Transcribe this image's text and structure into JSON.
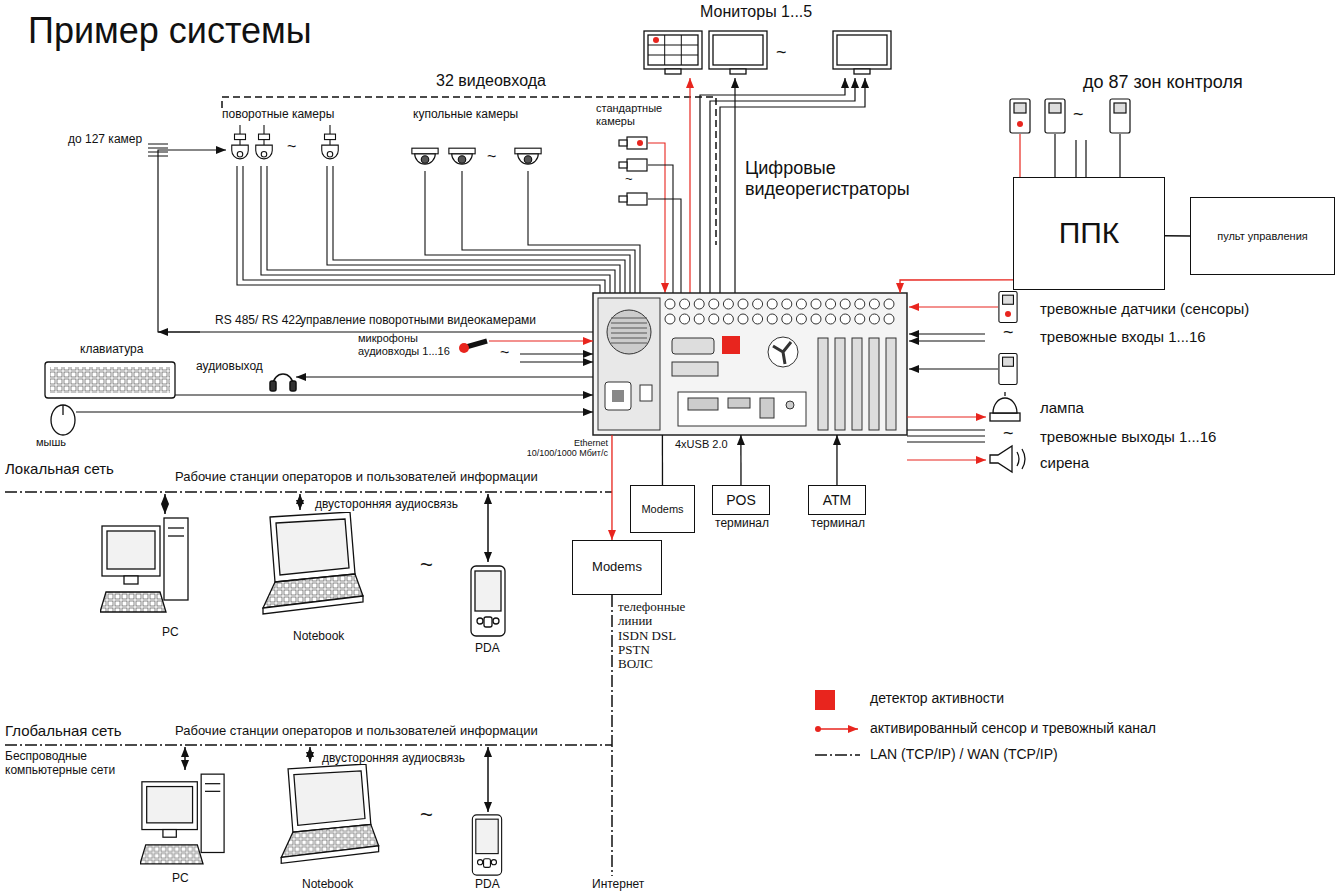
{
  "diagram": {
    "title": "Пример системы",
    "nodes": [
      {
        "text": [
          "4xUSB 2.0"
        ]
      },
      {
        "text": [
          "ППК"
        ]
      },
      {
        "text": [
          "пульт управления"
        ]
      },
      {
        "text": [
          "Modems"
        ]
      },
      {
        "text": [
          "POS",
          "терминал"
        ]
      },
      {
        "text": [
          "ATM",
          "терминал"
        ]
      },
      {
        "text": [
          "Modems"
        ]
      }
    ],
    "edges": [
      {
        "from": 0,
        "to": 3,
        "arrow": "none"
      },
      {
        "from": 4,
        "to": 0,
        "arrow": "to"
      },
      {
        "from": 5,
        "to": 0,
        "arrow": "to"
      },
      {
        "from": 0,
        "to": 6,
        "arrow": "to"
      },
      {
        "from": 1,
        "to": 2,
        "arrow": "none"
      },
      {
        "from": 1,
        "to": 0,
        "arrow": "to"
      }
    ],
    "labels": [
      "Мониторы 1...5",
      "32 видеовхода",
      "поворотные камеры",
      "~",
      "купольные камеры",
      "~",
      "стандартные камеры",
      "~",
      "до 127 камер",
      "~",
      "Цифровые видеорегистраторы",
      "до 87 зон контроля",
      "~",
      "тревожные датчики (сенсоры)",
      "~",
      "тревожные входы 1...16",
      "лампа",
      "~",
      "тревожные выходы 1...16",
      "сирена",
      "RS 485/ RS 422",
      "управление поворотными видеокамерами",
      "микрофоны аудиовходы 1...16",
      "~",
      "клавиатура",
      "аудиовыход",
      "мышь",
      "Ethernet 10/100/1000 Мбит/с",
      "Локальная сеть",
      "Рабочие станции операторов и пользователей информации",
      "двусторонняя аудиосвязь",
      "PC",
      "Notebook",
      "~",
      "PDA",
      "телефонные линии ISDN DSL PSTN ВОЛС",
      "Глобальная сеть",
      "Рабочие станции операторов и пользователей информации",
      "Беспроводные компьютерные сети",
      "двусторонняя аудиосвязь",
      "PC",
      "Notebook",
      "~",
      "PDA",
      "Интернет"
    ],
    "legend": [
      {
        "text": "детектор активности",
        "color": "#e8251e"
      },
      {
        "text": "активированный сенсор и тревожный канал"
      },
      {
        "text": "LAN (TCP/IP) / WAN (TCP/IP)"
      }
    ]
  }
}
